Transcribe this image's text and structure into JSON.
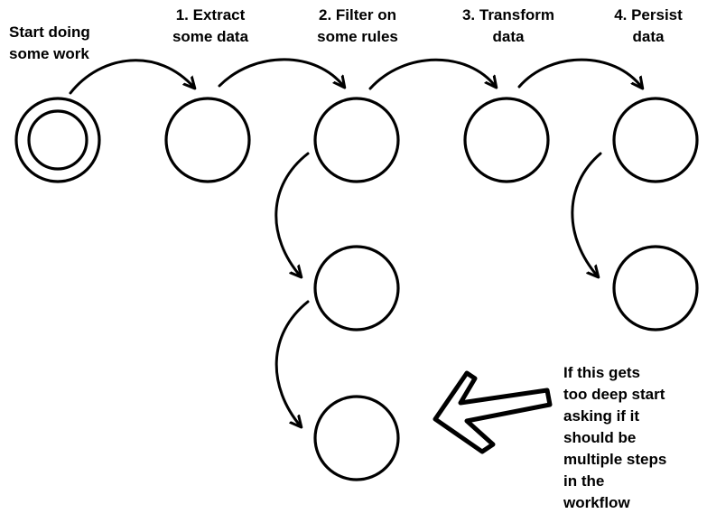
{
  "nodes": {
    "start": {
      "label": [
        "Start doing",
        "some work"
      ]
    },
    "extract": {
      "label": [
        "1. Extract",
        "some data"
      ]
    },
    "filter": {
      "label": [
        "2. Filter on",
        "some rules"
      ]
    },
    "transform": {
      "label": [
        "3. Transform",
        "data"
      ]
    },
    "persist": {
      "label": [
        "4. Persist",
        "data"
      ]
    }
  },
  "note": {
    "lines": [
      "If this gets",
      "too deep start",
      "asking if it",
      "should be",
      "multiple steps",
      "in the",
      "workflow"
    ]
  },
  "colors": {
    "stroke": "#000000",
    "background": "#ffffff"
  }
}
